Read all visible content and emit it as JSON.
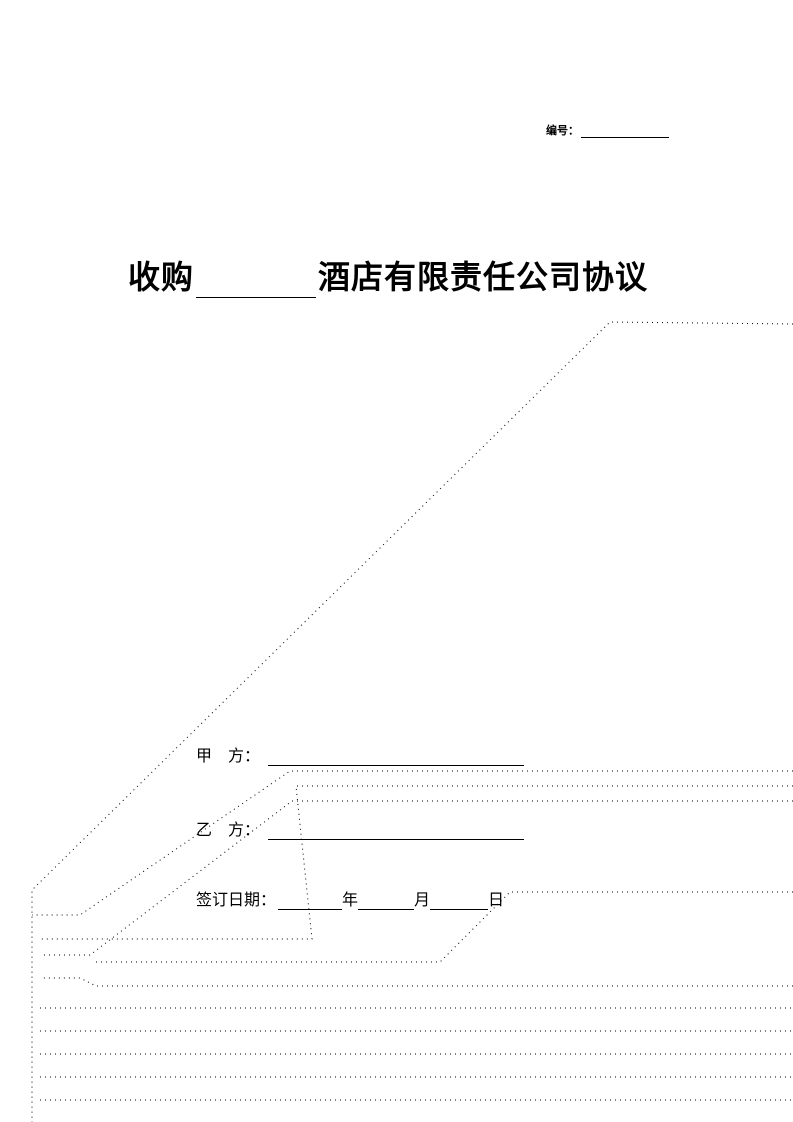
{
  "header": {
    "number_label": "编号："
  },
  "title": {
    "prefix": "收购",
    "suffix": "酒店有限责任公司协议"
  },
  "parties": {
    "party_a_label": "甲　方：",
    "party_b_label": "乙　方："
  },
  "signing": {
    "date_label": "签订日期：",
    "year_unit": "年",
    "month_unit": "月",
    "day_unit": "日"
  },
  "colors": {
    "text": "#000000",
    "decoration_dots": "#000000",
    "background": "#ffffff"
  }
}
